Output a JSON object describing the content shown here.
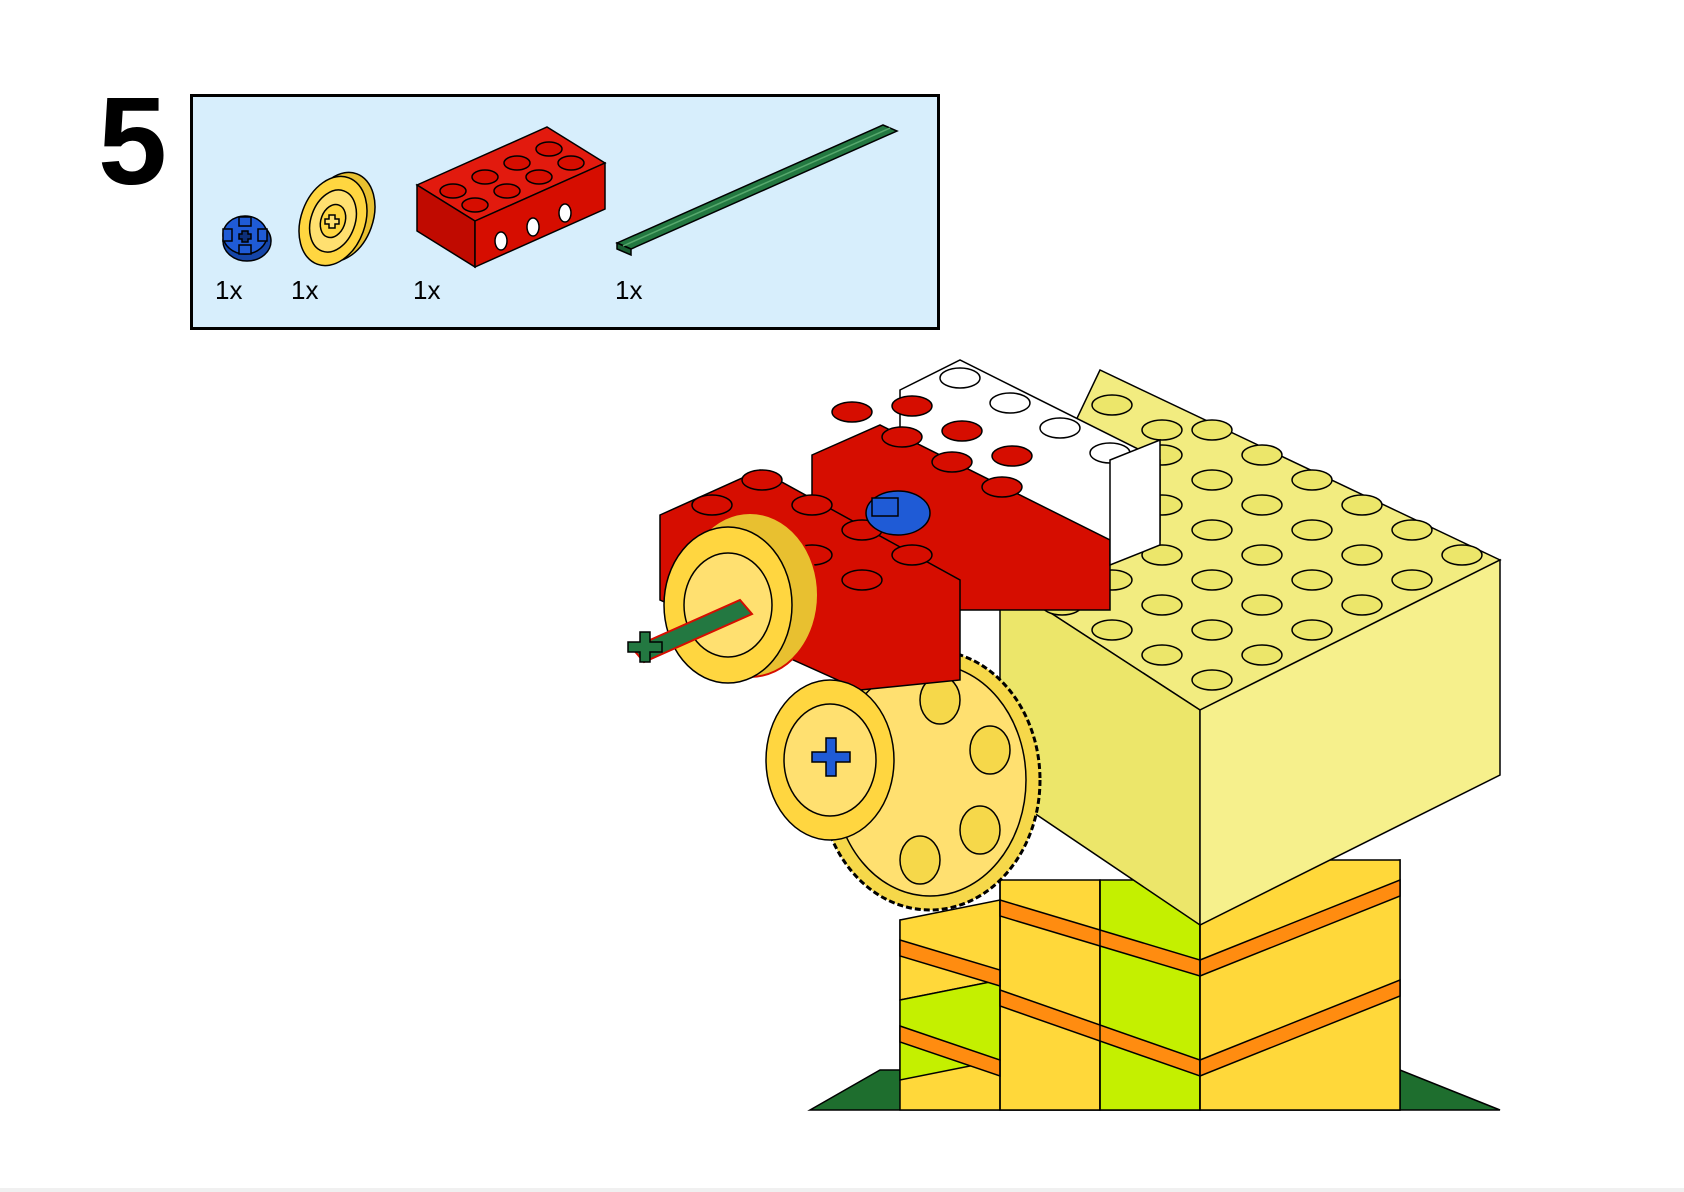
{
  "step": {
    "number": "5"
  },
  "parts": [
    {
      "icon": "axle-bush-icon",
      "quantity": "1x",
      "color": "#1f5bd6"
    },
    {
      "icon": "wheel-pulley-icon",
      "quantity": "1x",
      "color": "#ffd640"
    },
    {
      "icon": "technic-brick-1x4-icon",
      "quantity": "1x",
      "color": "#d60d00"
    },
    {
      "icon": "axle-icon",
      "quantity": "1x",
      "color": "#237841"
    }
  ],
  "colors": {
    "panel_background": "#d7eefc",
    "red_brick": "#d60d00",
    "yellow_part": "#ffd640",
    "light_yellow_brick": "#ece66a",
    "lime_brick": "#c4f000",
    "orange_brick": "#ff8c10",
    "white_brick": "#ffffff",
    "blue_bush": "#1f5bd6",
    "green_axle": "#237841",
    "green_base": "#1e6e2e"
  }
}
